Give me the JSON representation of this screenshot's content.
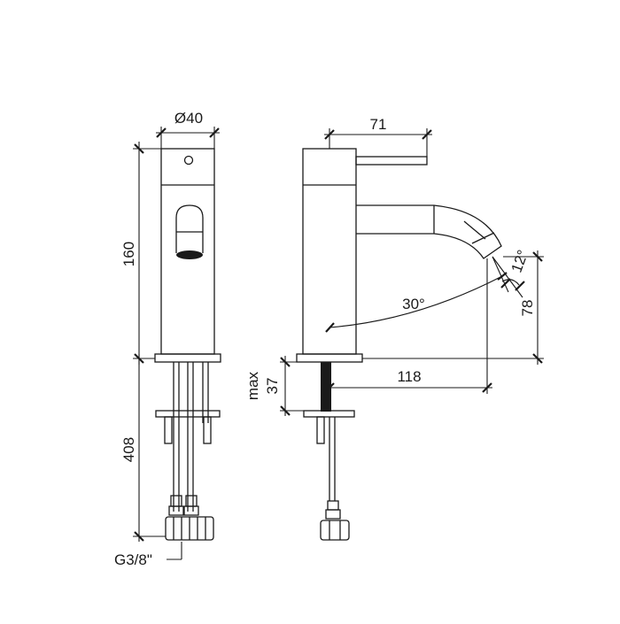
{
  "dimensions": {
    "body_diameter": "Ø40",
    "body_height": "160",
    "hose_length": "408",
    "connection_thread": "G3/8\"",
    "lever_length": "71",
    "swivel_angle": "30°",
    "spout_angle": "12°",
    "spout_height": "78",
    "spout_reach": "118",
    "max_label": "max",
    "mount_thickness": "37"
  }
}
